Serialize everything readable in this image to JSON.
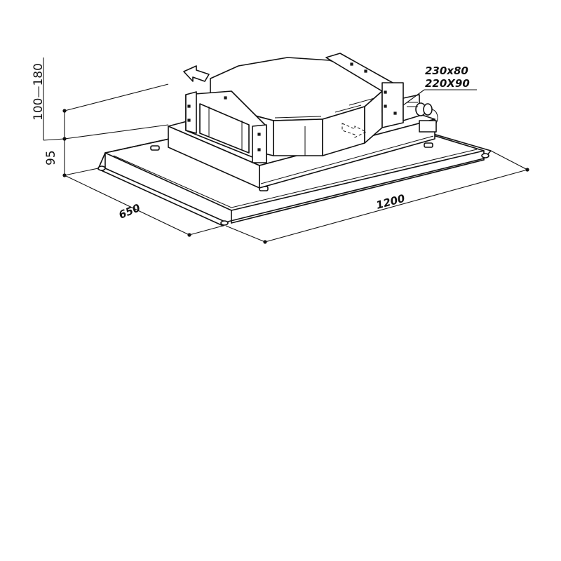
{
  "dimensions": {
    "height_range": "100—180",
    "height_body": "95",
    "depth": "650",
    "width": "1200",
    "duct_size_1": "230x80",
    "duct_size_2": "220X90"
  }
}
